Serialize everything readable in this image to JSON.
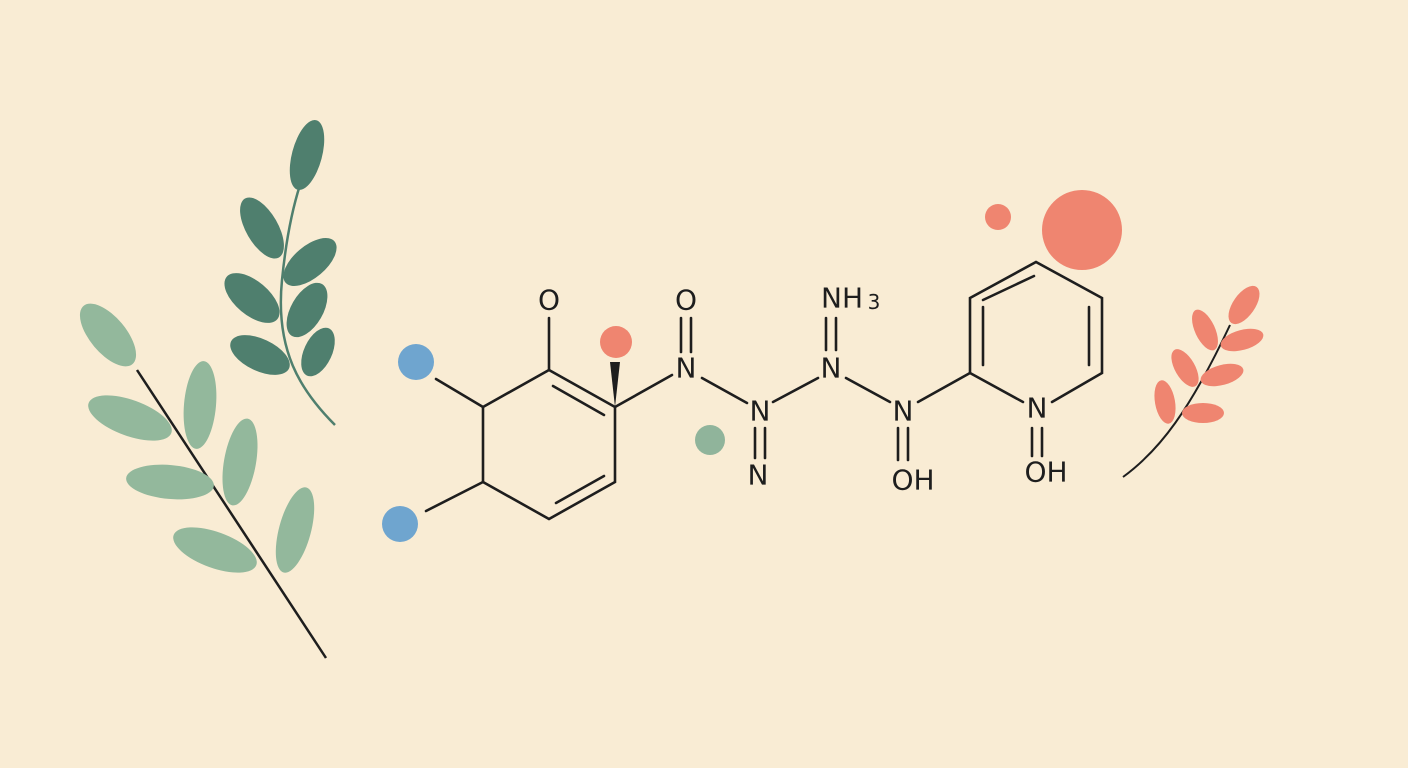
{
  "molecule": {
    "atoms": {
      "o1": "O",
      "o2": "O",
      "n1": "N",
      "n2": "N",
      "n3": "N",
      "nh3_main": "NH",
      "nh3_sub": "3",
      "n4": "N",
      "n5": "N",
      "oh1": "OH",
      "n6": "N",
      "oh2": "OH"
    }
  },
  "colors": {
    "background": "#f9ecd4",
    "bond": "#1e1e1e",
    "blue_dot": "#6fa5cf",
    "red_dot": "#ef8570",
    "green_dot": "#90b49b",
    "dark_leaf": "#4f7f6e",
    "light_leaf": "#93b89c",
    "orange_leaf": "#ef8570"
  }
}
